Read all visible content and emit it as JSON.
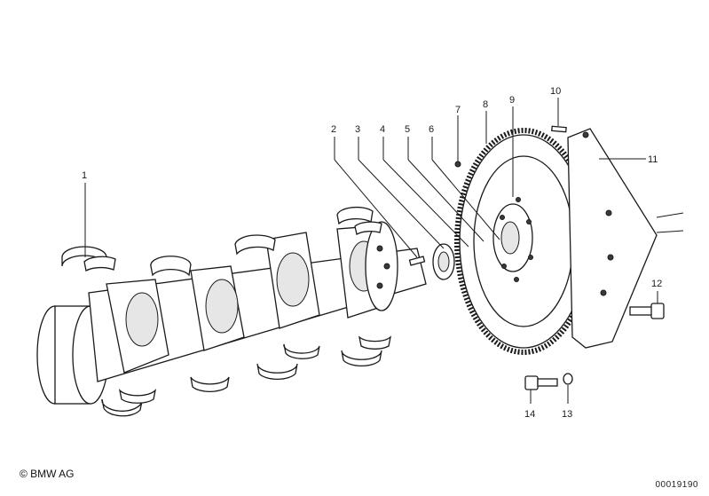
{
  "labels": [
    {
      "id": "1",
      "text": "1"
    },
    {
      "id": "2",
      "text": "2"
    },
    {
      "id": "3",
      "text": "3"
    },
    {
      "id": "4",
      "text": "4"
    },
    {
      "id": "5",
      "text": "5"
    },
    {
      "id": "6",
      "text": "6"
    },
    {
      "id": "7",
      "text": "7"
    },
    {
      "id": "8",
      "text": "8"
    },
    {
      "id": "9",
      "text": "9"
    },
    {
      "id": "10",
      "text": "10"
    },
    {
      "id": "11",
      "text": "11"
    },
    {
      "id": "12",
      "text": "12"
    },
    {
      "id": "13",
      "text": "13"
    },
    {
      "id": "14",
      "text": "14"
    }
  ],
  "footer": {
    "copyright": "© BMW AG",
    "doc_id": "00019190"
  }
}
